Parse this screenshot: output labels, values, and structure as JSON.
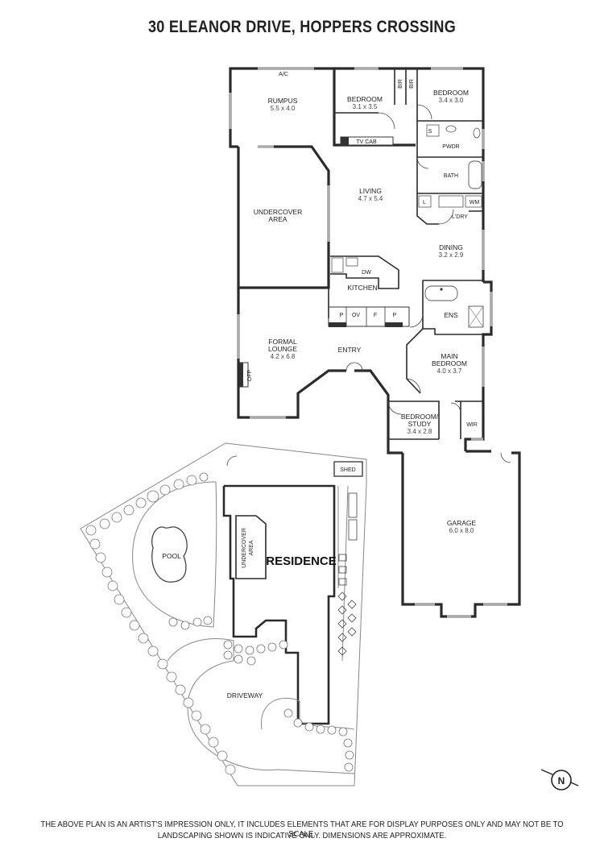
{
  "title": "30 ELEANOR DRIVE, HOPPERS CROSSING",
  "rooms": {
    "rumpus": {
      "name": "RUMPUS",
      "dims": "5.5 x 4.0"
    },
    "bedroom1": {
      "name": "BEDROOM",
      "dims": "3.1 x 3.5"
    },
    "bedroom2": {
      "name": "BEDROOM",
      "dims": "3.4 x 3.0"
    },
    "living": {
      "name": "LIVING",
      "dims": "4.7 x 5.4"
    },
    "undercover": {
      "name": "UNDERCOVER",
      "name2": "AREA"
    },
    "dining": {
      "name": "DINING",
      "dims": "3.2 x 2.9"
    },
    "kitchen": {
      "name": "KITCHEN"
    },
    "formal": {
      "name": "FORMAL",
      "name2": "LOUNGE",
      "dims": "4.2 x 6.8"
    },
    "entry": {
      "name": "ENTRY"
    },
    "main_bedroom": {
      "name": "MAIN",
      "name2": "BEDROOM",
      "dims": "4.0 x 3.7"
    },
    "study": {
      "name": "BEDROOM/",
      "name2": "STUDY",
      "dims": "3.4 x 2.8"
    },
    "garage": {
      "name": "GARAGE",
      "dims": "6.0 x 8.0"
    }
  },
  "fixtures": {
    "ac": "A/C",
    "bir": "BIR",
    "tv_cab": "TV CAB",
    "s": "S",
    "pwdr": "PWDR",
    "bath": "BATH",
    "l": "L",
    "wm": "WM",
    "ldry": "L'DRY",
    "dw": "DW",
    "p": "P",
    "ov": "OV",
    "f": "F",
    "ens": "ENS",
    "ofp": "OFP",
    "wir": "WIR"
  },
  "site": {
    "shed": "SHED",
    "pool": "POOL",
    "undercover": "UNDERCOVER",
    "undercover2": "AREA",
    "residence": "RESIDENCE",
    "driveway": "DRIVEWAY"
  },
  "compass": "N",
  "disclaimer": {
    "line1": "THE ABOVE PLAN IS AN ARTIST'S IMPRESSION ONLY, IT INCLUDES ELEMENTS THAT ARE FOR DISPLAY PURPOSES ONLY AND MAY NOT BE TO SCALE.",
    "line2": "LANDSCAPING SHOWN IS INDICATIVE ONLY. DIMENSIONS ARE APPROXIMATE."
  }
}
